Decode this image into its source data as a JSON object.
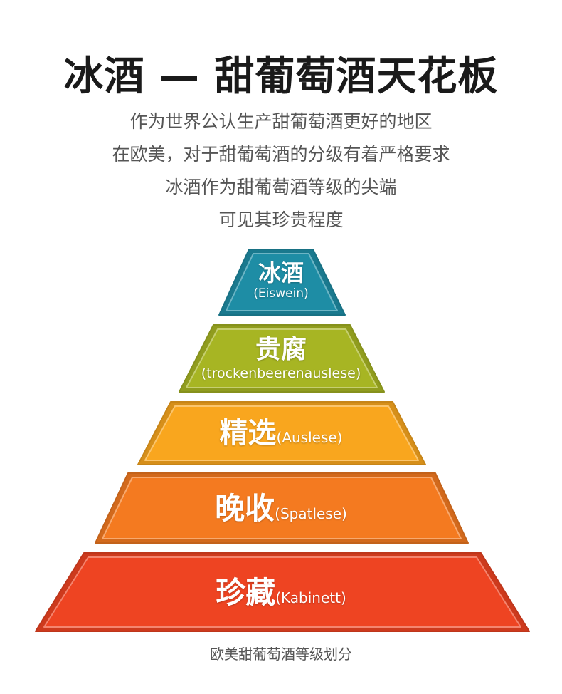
{
  "title": "冰酒 — 甜葡萄酒天花板",
  "subtitle_lines": [
    "作为世界公认生产甜葡萄酒更好的地区",
    "在欧美，对于甜葡萄酒的分级有着严格要求",
    "冰酒作为甜葡萄酒等级的尖端",
    "可见其珍贵程度"
  ],
  "tiers": [
    {
      "zh": "冰酒",
      "en": "(Eiswein)",
      "color": "#1E8DA5"
    },
    {
      "zh": "贵腐",
      "en": "(trockenbeerenauslese)",
      "color": "#A7B523"
    },
    {
      "zh": "精选",
      "en": "(Auslese)",
      "color": "#F9A61E"
    },
    {
      "zh": "晚收",
      "en": "(Spatlese)",
      "color": "#F47A20"
    },
    {
      "zh": "珍藏",
      "en": "(Kabinett)",
      "color": "#EE4422"
    }
  ],
  "caption": "欧美甜葡萄酒等级划分"
}
